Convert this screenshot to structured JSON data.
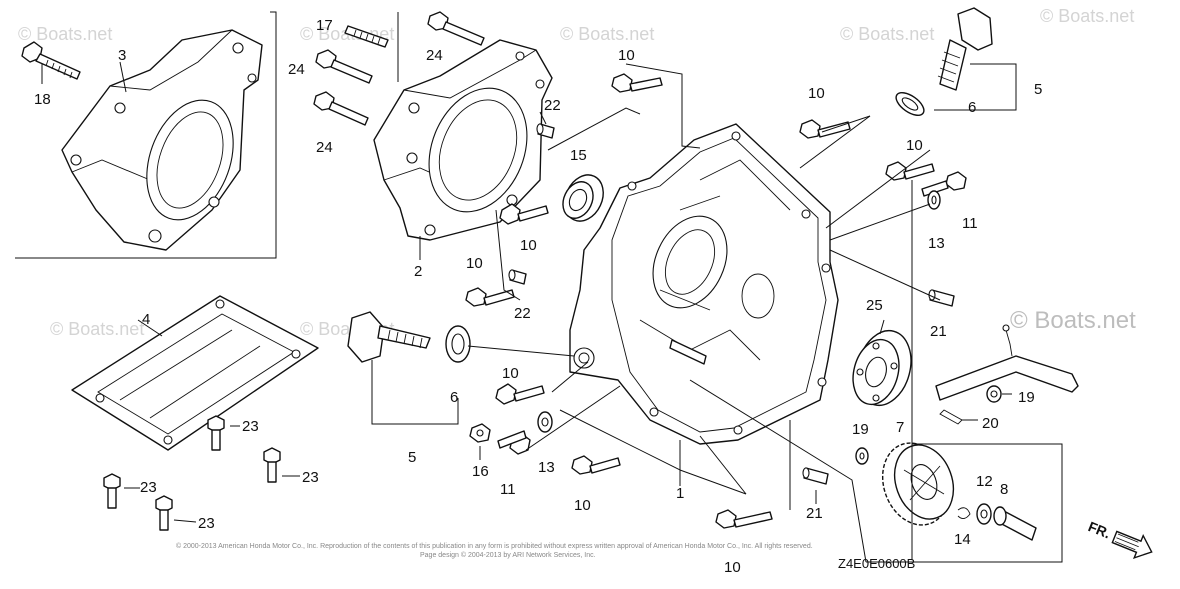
{
  "watermarks": [
    "© Boats.net",
    "© Boats.net",
    "© Boats.net",
    "© Boats.net",
    "© Boats.net",
    "© Boats.net",
    "© Boats.net"
  ],
  "brand_watermark": "© Boats.net",
  "callouts": {
    "c1": "1",
    "c2": "2",
    "c3": "3",
    "c4": "4",
    "c5a": "5",
    "c5b": "5",
    "c6a": "6",
    "c6b": "6",
    "c7": "7",
    "c8": "8",
    "c10a": "10",
    "c10b": "10",
    "c10c": "10",
    "c10d": "10",
    "c10e": "10",
    "c10f": "10",
    "c10g": "10",
    "c10h": "10",
    "c11a": "11",
    "c11b": "11",
    "c12": "12",
    "c13a": "13",
    "c13b": "13",
    "c14": "14",
    "c15": "15",
    "c16": "16",
    "c17": "17",
    "c18": "18",
    "c19a": "19",
    "c19b": "19",
    "c20": "20",
    "c21a": "21",
    "c21b": "21",
    "c22a": "22",
    "c22b": "22",
    "c23a": "23",
    "c23b": "23",
    "c23c": "23",
    "c23d": "23",
    "c24a": "24",
    "c24b": "24",
    "c24c": "24",
    "c25": "25"
  },
  "copyright_line1": "© 2000-2013 American Honda Motor Co., Inc. Reproduction of the contents of this publication in any form is prohibited without express written approval of American Honda Motor Co., Inc. All rights reserved.",
  "copyright_line2": "Page design © 2004-2013 by ARI Network Services, Inc.",
  "diagram_code": "Z4E0E0600B",
  "front_label": "FR."
}
